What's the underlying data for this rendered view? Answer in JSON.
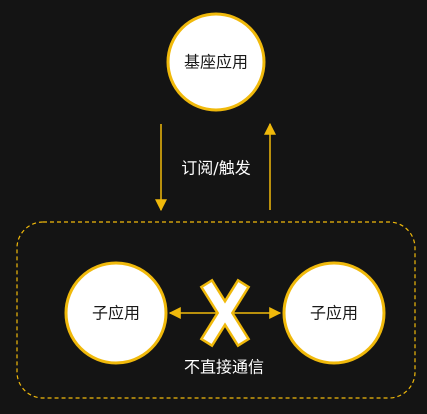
{
  "colors": {
    "background": "#141414",
    "node_fill": "#ffffff",
    "node_border": "#f0b90b",
    "arrow": "#f0b90b",
    "boundary": "#f0b90b",
    "label": "#ffffff",
    "node_text": "#1a1a1a"
  },
  "nodes": {
    "base_app": "基座应用",
    "sub_app_left": "子应用",
    "sub_app_right": "子应用"
  },
  "labels": {
    "subscribe_trigger": "订阅/触发",
    "no_direct_communication": "不直接通信"
  },
  "icons": {
    "blocked": "cross-mark-icon"
  }
}
